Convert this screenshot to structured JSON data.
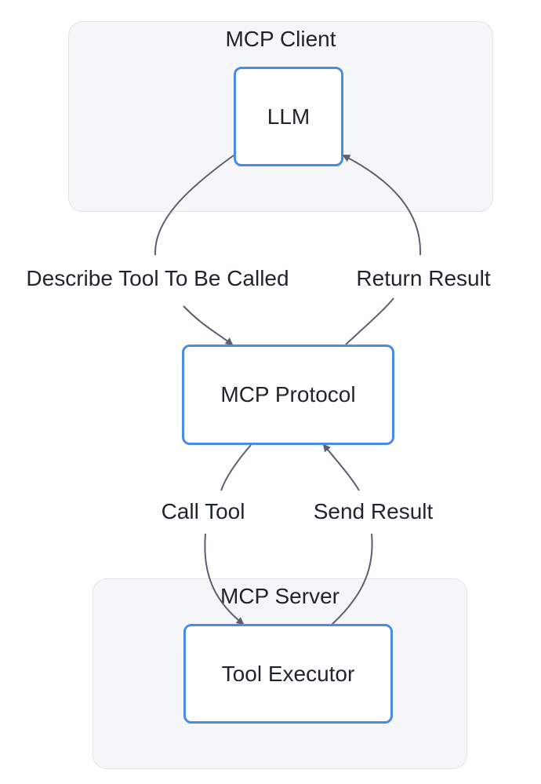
{
  "groups": {
    "client": {
      "title": "MCP Client"
    },
    "server": {
      "title": "MCP Server"
    }
  },
  "nodes": {
    "llm": {
      "label": "LLM"
    },
    "protocol": {
      "label": "MCP Protocol"
    },
    "executor": {
      "label": "Tool Executor"
    }
  },
  "edges": [
    {
      "from": "LLM",
      "to": "MCP Protocol",
      "label": "Describe Tool To Be Called"
    },
    {
      "from": "MCP Protocol",
      "to": "LLM",
      "label": "Return Result"
    },
    {
      "from": "MCP Protocol",
      "to": "Tool Executor",
      "label": "Call Tool"
    },
    {
      "from": "Tool Executor",
      "to": "MCP Protocol",
      "label": "Send Result"
    }
  ],
  "colors": {
    "node_border": "#4a8be8",
    "group_fill": "#f5f6f8",
    "edge": "#5b6070"
  }
}
